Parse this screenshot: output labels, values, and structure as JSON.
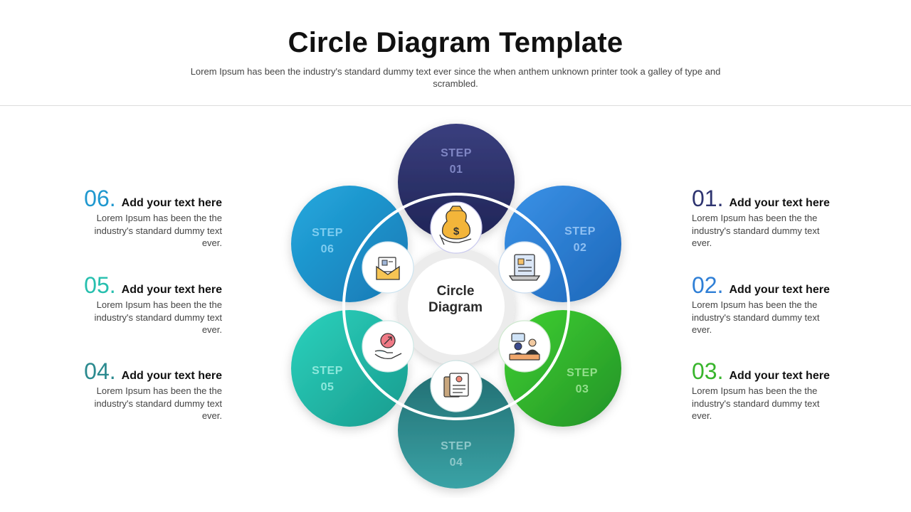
{
  "header": {
    "title": "Circle Diagram Template",
    "subtitle": "Lorem Ipsum has been the industry's standard dummy text ever since the when anthem unknown printer took a galley of type and scrambled."
  },
  "center": {
    "line1": "Circle",
    "line2": "Diagram"
  },
  "steps": [
    {
      "label": "STEP",
      "num": "01",
      "color": "#2e3470",
      "icon": "money-bag-hand-icon"
    },
    {
      "label": "STEP",
      "num": "02",
      "color": "#2f7fd6",
      "icon": "document-laptop-icon"
    },
    {
      "label": "STEP",
      "num": "03",
      "color": "#38b52c",
      "icon": "meeting-chat-icon"
    },
    {
      "label": "STEP",
      "num": "04",
      "color": "#2b8a8f",
      "icon": "resume-document-icon"
    },
    {
      "label": "STEP",
      "num": "05",
      "color": "#26bfae",
      "icon": "hand-growth-icon"
    },
    {
      "label": "STEP",
      "num": "06",
      "color": "#1f98cf",
      "icon": "envelope-profile-icon"
    }
  ],
  "items": [
    {
      "num": "01.",
      "title": "Add your text here",
      "text": "Lorem Ipsum has been the the industry's standard dummy text ever.",
      "color": "#2e3470"
    },
    {
      "num": "02.",
      "title": "Add your text here",
      "text": "Lorem Ipsum has been the the industry's standard dummy text ever.",
      "color": "#2f7fd6"
    },
    {
      "num": "03.",
      "title": "Add your text here",
      "text": "Lorem Ipsum has been the the industry's standard dummy text ever.",
      "color": "#38b52c"
    },
    {
      "num": "04.",
      "title": "Add your text here",
      "text": "Lorem Ipsum has been the the industry's standard dummy text ever.",
      "color": "#2b8a8f"
    },
    {
      "num": "05.",
      "title": "Add your text here",
      "text": "Lorem Ipsum has been the the industry's standard dummy text ever.",
      "color": "#26bfae"
    },
    {
      "num": "06.",
      "title": "Add your text here",
      "text": "Lorem Ipsum has been the the industry's standard dummy text ever.",
      "color": "#1f98cf"
    }
  ]
}
